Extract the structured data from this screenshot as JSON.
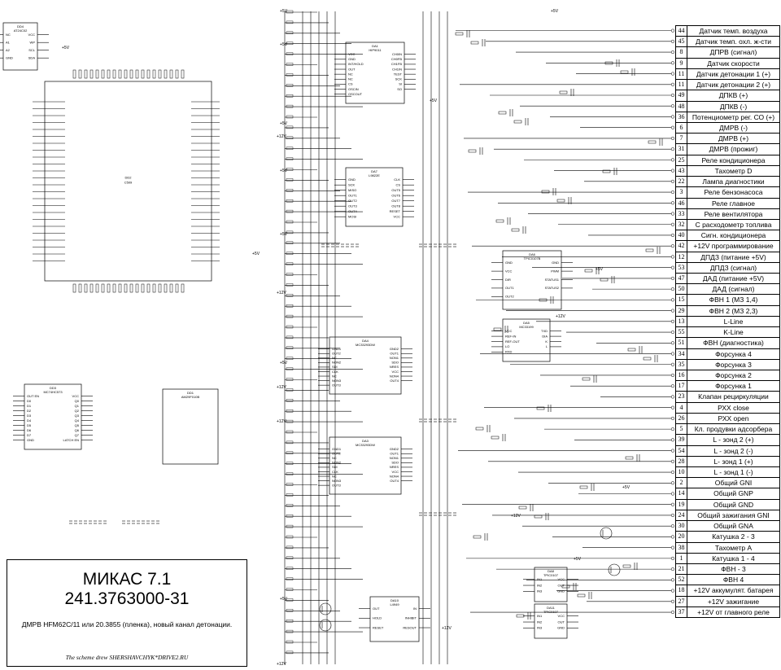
{
  "title_block": {
    "name": "МИКАС 7.1",
    "part_number": "241.3763000-31",
    "description": "ДМРВ HFM62C/11 или 20.3855 (пленка), новый канал детонации.",
    "author": "The scheme drew SHERSHAVCHYK*DRIVE2.RU"
  },
  "supplies": [
    "+5V",
    "+12V"
  ],
  "chips": [
    {
      "id": "DD4",
      "part": "AT24C02",
      "pins": [
        "NC",
        "A1",
        "A2",
        "GND",
        "VCC",
        "WP",
        "SCL",
        "SDA"
      ]
    },
    {
      "id": "DD2",
      "part": "C509"
    },
    {
      "id": "DD3",
      "part": "MC74HC573",
      "pins": [
        "OUT EN",
        "D0",
        "D1",
        "D2",
        "D3",
        "D4",
        "D5",
        "D6",
        "D7",
        "GND",
        "VCC",
        "Q0",
        "Q1",
        "Q2",
        "Q3",
        "Q4",
        "Q5",
        "Q6",
        "Q7",
        "LATCH EN"
      ]
    },
    {
      "id": "DD1",
      "part": "AM29F010B"
    },
    {
      "id": "DA1",
      "part": "HIP9011",
      "pins": [
        "VCC",
        "GND",
        "INT/HOLD",
        "OUT",
        "NC",
        "NC",
        "CS",
        "OSCIN",
        "OSCOUT",
        "CH0IN",
        "CH0FB",
        "CH1FB",
        "CH1IN",
        "TEST",
        "SCK",
        "SI",
        "SO"
      ]
    },
    {
      "id": "DA7",
      "part": "L9822E",
      "pins": [
        "GND",
        "SCK",
        "MISO",
        "OUT1",
        "OUT2",
        "OUT3",
        "OUT4",
        "MOSI",
        "CLK",
        "CS",
        "OUT5",
        "OUT6",
        "OUT7",
        "OUT8",
        "RESET",
        "VCC"
      ]
    },
    {
      "id": "DA6",
      "part": "TPIC0107B",
      "pins": [
        "GND",
        "VCC",
        "DIR",
        "OUT1",
        "OUT2",
        "GND",
        "PWM",
        "STATUS1",
        "STATUS2"
      ]
    },
    {
      "id": "DA5",
      "part": "MC33199",
      "pins": [
        "VCC",
        "REF-IN",
        "REF-OUT",
        "LO",
        "RXD",
        "TXD",
        "DIA",
        "K",
        "L"
      ]
    },
    {
      "id": "DA4",
      "part": "MC33293DW",
      "pins": [
        "GND1",
        "OUT2",
        "NC",
        "NON2",
        "SDI",
        "CLK",
        "NC",
        "NON3",
        "OUT3",
        "GND2",
        "OUT1",
        "NON1",
        "SDO",
        "NRES",
        "VCC",
        "NON4",
        "OUT4"
      ]
    },
    {
      "id": "DA3",
      "part": "MC33293DW",
      "pins": [
        "GND1",
        "OUT2",
        "NC",
        "NON2",
        "SDI",
        "CLK",
        "NC",
        "NON3",
        "OUT3",
        "GND2",
        "OUT1",
        "NON1",
        "SDO",
        "NRES",
        "VCC",
        "NON4",
        "OUT4"
      ]
    },
    {
      "id": "DA8",
      "part": "TPIC0107",
      "pins": [
        "IN1",
        "IN2",
        "IN3",
        "VCC",
        "OUT",
        "GND"
      ]
    },
    {
      "id": "DA11",
      "part": "TPIC0107",
      "pins": [
        "IN1",
        "IN2",
        "IN3",
        "VCC",
        "OUT",
        "GND"
      ]
    },
    {
      "id": "DA10",
      "part": "L4949",
      "pins": [
        "OUT",
        "HOLD",
        "RESET",
        "IN",
        "INHIBIT",
        "RESOUT"
      ]
    }
  ],
  "connector_pins": [
    {
      "num": "44",
      "label": "Датчик темп. воздуха"
    },
    {
      "num": "45",
      "label": "Датчик темп. охл. ж-сти"
    },
    {
      "num": "8",
      "label": "ДПРВ (сигнал)"
    },
    {
      "num": "9",
      "label": "Датчик скорости"
    },
    {
      "num": "11",
      "label": "Датчик детонации 1 (+)"
    },
    {
      "num": "11",
      "label": "Датчик детонации 2 (+)"
    },
    {
      "num": "49",
      "label": "ДПКВ (+)"
    },
    {
      "num": "48",
      "label": "ДПКВ (-)"
    },
    {
      "num": "36",
      "label": "Потенциометр рег. СО (+)"
    },
    {
      "num": "6",
      "label": "ДМРВ (-)"
    },
    {
      "num": "7",
      "label": "ДМРВ (+)"
    },
    {
      "num": "31",
      "label": "ДМРВ (прожиг)"
    },
    {
      "num": "25",
      "label": "Реле кондиционера"
    },
    {
      "num": "43",
      "label": "Тахометр D"
    },
    {
      "num": "22",
      "label": "Лампа диагностики"
    },
    {
      "num": "3",
      "label": "Реле бензонасоса"
    },
    {
      "num": "46",
      "label": "Реле главное"
    },
    {
      "num": "33",
      "label": "Реле вентилятора"
    },
    {
      "num": "32",
      "label": "С расходометр топлива"
    },
    {
      "num": "40",
      "label": "Сигн. кондиционера"
    },
    {
      "num": "42",
      "label": "+12V программирование"
    },
    {
      "num": "12",
      "label": "ДПДЗ (питание +5V)"
    },
    {
      "num": "53",
      "label": "ДПДЗ (сигнал)"
    },
    {
      "num": "47",
      "label": "ДАД (питание +5V)"
    },
    {
      "num": "50",
      "label": "ДАД (сигнал)"
    },
    {
      "num": "15",
      "label": "ФВН 1 (МЗ 1,4)"
    },
    {
      "num": "29",
      "label": "ФВН 2 (МЗ 2,3)"
    },
    {
      "num": "13",
      "label": "L-Line"
    },
    {
      "num": "55",
      "label": "K-Line"
    },
    {
      "num": "51",
      "label": "ФВН (диагностика)"
    },
    {
      "num": "34",
      "label": "Форсунка 4"
    },
    {
      "num": "35",
      "label": "Форсунка 3"
    },
    {
      "num": "16",
      "label": "Форсунка 2"
    },
    {
      "num": "17",
      "label": "Форсунка 1"
    },
    {
      "num": "23",
      "label": "Клапан рециркуляции"
    },
    {
      "num": "4",
      "label": "РХХ close"
    },
    {
      "num": "26",
      "label": "РХХ open"
    },
    {
      "num": "5",
      "label": "Кл. продувки адсорбера"
    },
    {
      "num": "39",
      "label": "L - зонд 2 (+)"
    },
    {
      "num": "54",
      "label": "L - зонд 2 (-)"
    },
    {
      "num": "28",
      "label": "L- зонд 1 (+)"
    },
    {
      "num": "10",
      "label": "L - зонд 1 (-)"
    },
    {
      "num": "2",
      "label": "Общий GNI"
    },
    {
      "num": "14",
      "label": "Общий GNP"
    },
    {
      "num": "19",
      "label": "Общий GND"
    },
    {
      "num": "24",
      "label": "Общий зажигания GNI"
    },
    {
      "num": "30",
      "label": "Общий GNA"
    },
    {
      "num": "20",
      "label": "Катушка 2 - 3"
    },
    {
      "num": "38",
      "label": "Тахометр А"
    },
    {
      "num": "1",
      "label": "Катушка 1 - 4"
    },
    {
      "num": "21",
      "label": "ФВН - 3"
    },
    {
      "num": "52",
      "label": "ФВН 4"
    },
    {
      "num": "18",
      "label": "+12V аккумулят. батарея"
    },
    {
      "num": "27",
      "label": "+12V зажигание"
    },
    {
      "num": "37",
      "label": "+12V от главного реле"
    }
  ]
}
